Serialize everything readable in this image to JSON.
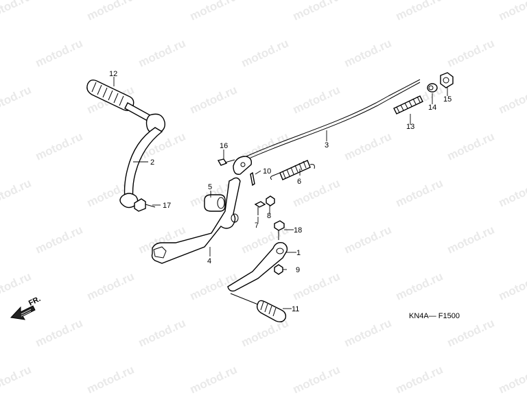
{
  "watermark": {
    "text": "motod.ru",
    "color": "#e9e9e9"
  },
  "callouts": [
    "1",
    "2",
    "3",
    "4",
    "5",
    "6",
    "7",
    "8",
    "9",
    "10",
    "11",
    "12",
    "13",
    "14",
    "15",
    "16",
    "17",
    "18"
  ],
  "direction": {
    "label": "FR."
  },
  "diagram_code": "KN4A— F1500"
}
